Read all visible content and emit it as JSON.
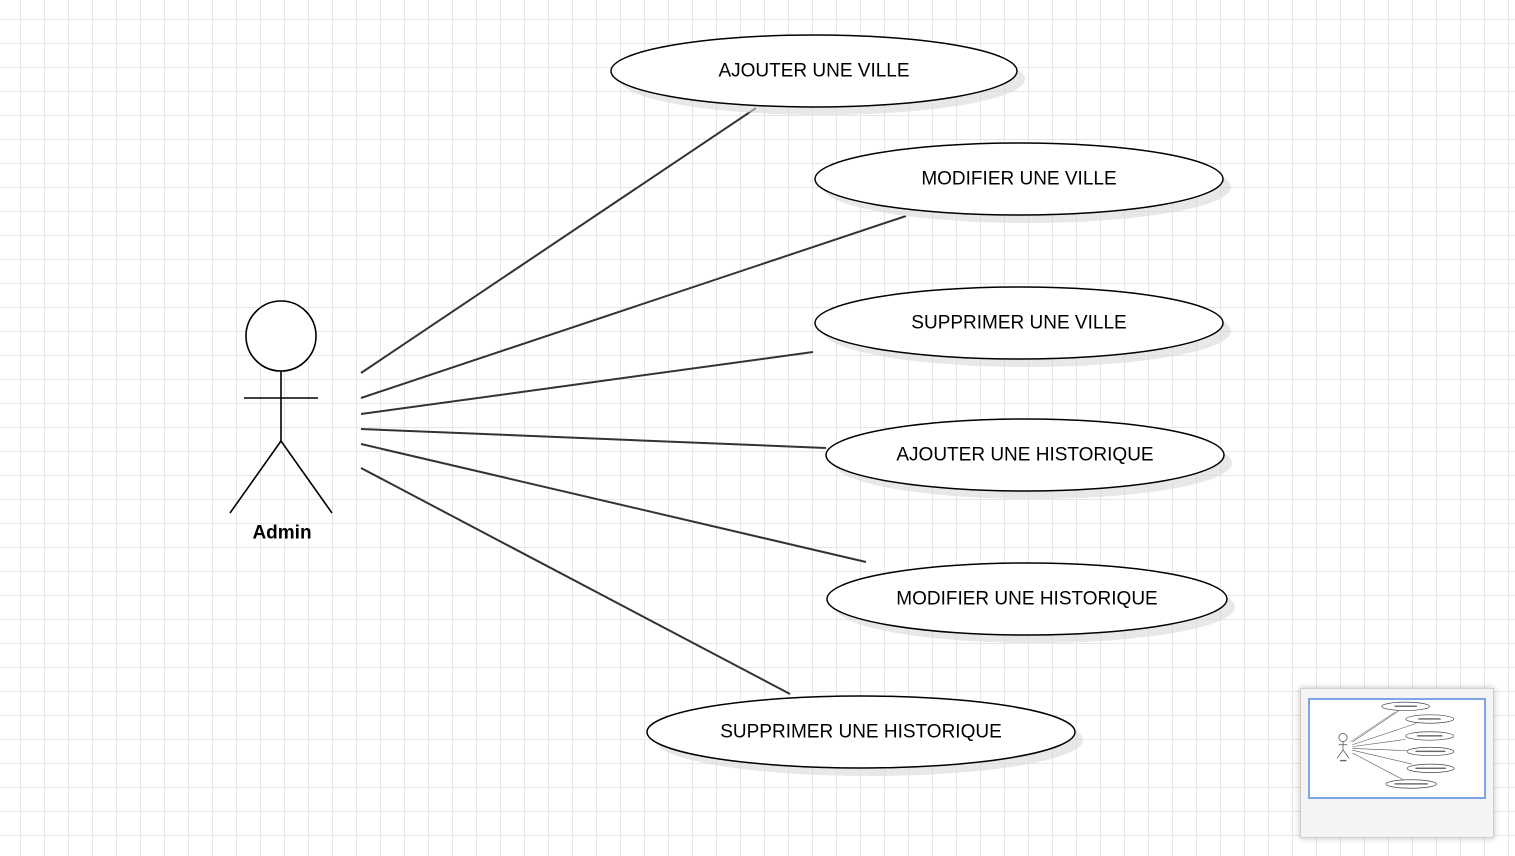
{
  "actor": {
    "label": "Admin"
  },
  "use_cases": [
    {
      "label": "AJOUTER UNE VILLE"
    },
    {
      "label": "MODIFIER UNE VILLE"
    },
    {
      "label": "SUPPRIMER UNE VILLE"
    },
    {
      "label": "AJOUTER UNE HISTORIQUE"
    },
    {
      "label": "MODIFIER UNE HISTORIQUE"
    },
    {
      "label": "SUPPRIMER UNE HISTORIQUE"
    }
  ],
  "colors": {
    "stroke": "#000000",
    "line": "#333333",
    "shadow": "#d9d9d9",
    "grid": "#e6e6e6",
    "minimap_border": "#7ea5e6"
  }
}
